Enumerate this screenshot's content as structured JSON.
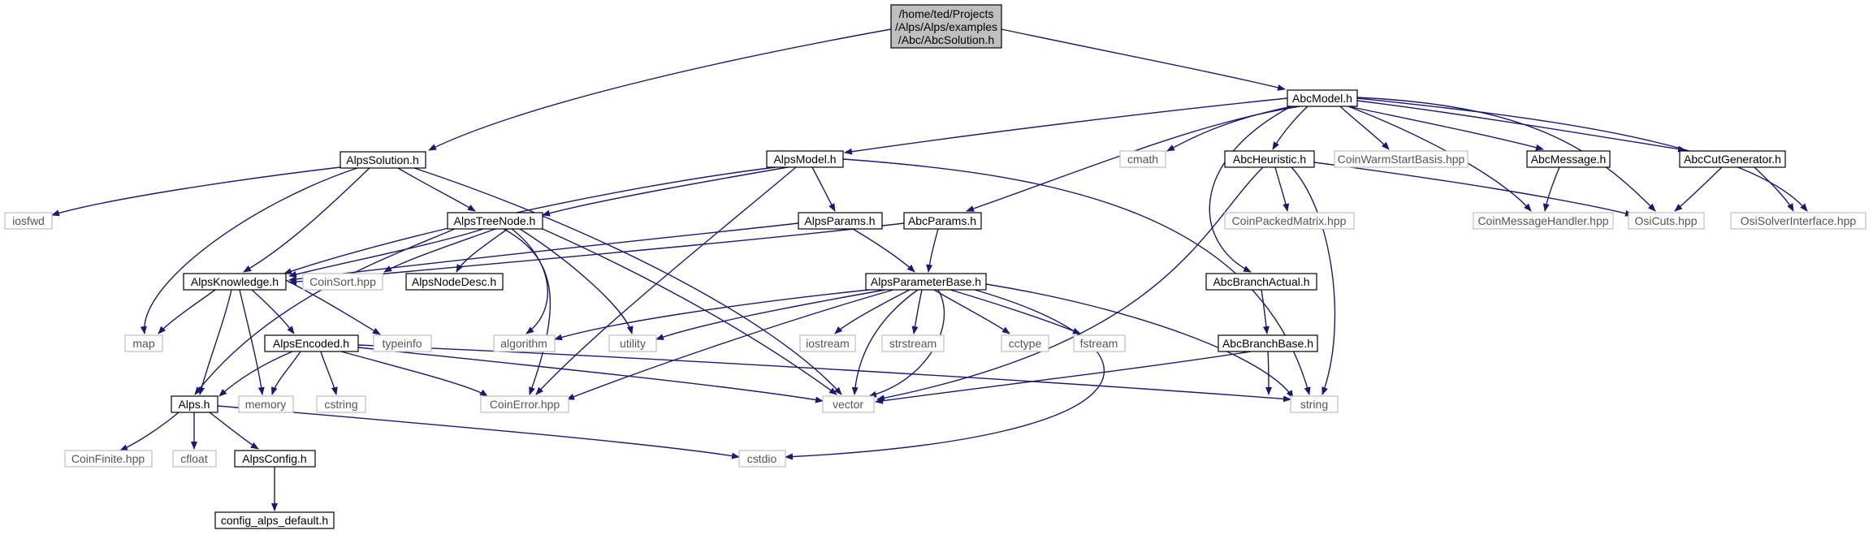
{
  "colors": {
    "edge": "#191970",
    "root_fill": "#bfbfbf",
    "file_border": "#000000",
    "system_border": "#bfbfbf"
  },
  "nodes": {
    "root": "/home/ted/Projects\n/Alps/Alps/examples\n/Abc/AbcSolution.h",
    "AlpsSolution": "AlpsSolution.h",
    "AbcModel": "AbcModel.h",
    "AlpsModel": "AlpsModel.h",
    "AbcHeuristic": "AbcHeuristic.h",
    "AbcMessage": "AbcMessage.h",
    "AbcCutGenerator": "AbcCutGenerator.h",
    "cmath": "cmath",
    "CoinWarmStartBasis": "CoinWarmStartBasis.hpp",
    "iosfwd": "iosfwd",
    "AlpsTreeNode": "AlpsTreeNode.h",
    "AlpsParams": "AlpsParams.h",
    "AbcParams": "AbcParams.h",
    "CoinPackedMatrix": "CoinPackedMatrix.hpp",
    "CoinMessageHandler": "CoinMessageHandler.hpp",
    "OsiCuts": "OsiCuts.hpp",
    "OsiSolverInterface": "OsiSolverInterface.hpp",
    "AlpsKnowledge": "AlpsKnowledge.h",
    "CoinSort": "CoinSort.hpp",
    "AlpsNodeDesc": "AlpsNodeDesc.h",
    "AlpsParameterBase": "AlpsParameterBase.h",
    "AbcBranchActual": "AbcBranchActual.h",
    "map": "map",
    "AlpsEncoded": "AlpsEncoded.h",
    "typeinfo": "typeinfo",
    "algorithm": "algorithm",
    "utility": "utility",
    "iostream": "iostream",
    "strstream": "strstream",
    "cctype": "cctype",
    "fstream": "fstream",
    "AbcBranchBase": "AbcBranchBase.h",
    "Alps": "Alps.h",
    "memory": "memory",
    "cstring": "cstring",
    "CoinError": "CoinError.hpp",
    "vector": "vector",
    "string": "string",
    "CoinFinite": "CoinFinite.hpp",
    "cfloat": "cfloat",
    "AlpsConfig": "AlpsConfig.h",
    "cstdio": "cstdio",
    "config_alps_default": "config_alps_default.h"
  }
}
